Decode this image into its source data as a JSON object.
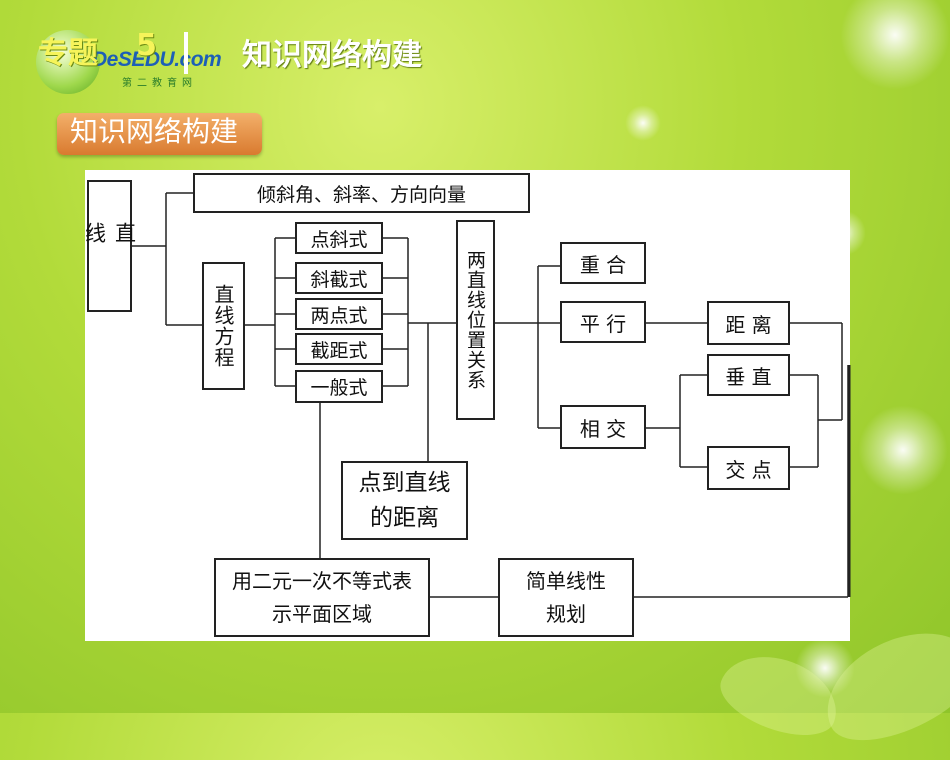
{
  "header": {
    "topic_label": "专题",
    "topic_number": "5",
    "title": "知识网络构建",
    "logo_text": "DeSEDU.com",
    "logo_subtitle": "第二教育网"
  },
  "badge": {
    "text": "知识网络构建"
  },
  "diagram": {
    "line": "直 线",
    "angle": "倾斜角、斜率、方向向量",
    "equation": "直线方程",
    "point_slope": "点斜式",
    "slope_intercept": "斜截式",
    "two_point": "两点式",
    "intercept": "截距式",
    "general": "一般式",
    "position": "两直线位置关系",
    "coincide": "重 合",
    "parallel": "平 行",
    "intersect": "相 交",
    "distance": "距 离",
    "perpendicular": "垂 直",
    "intersection_point": "交 点",
    "point_line_distance": "点到直线的距离",
    "inequality_region": "用二元一次不等式表示平面区域",
    "linear_programming": "简单线性规划"
  }
}
